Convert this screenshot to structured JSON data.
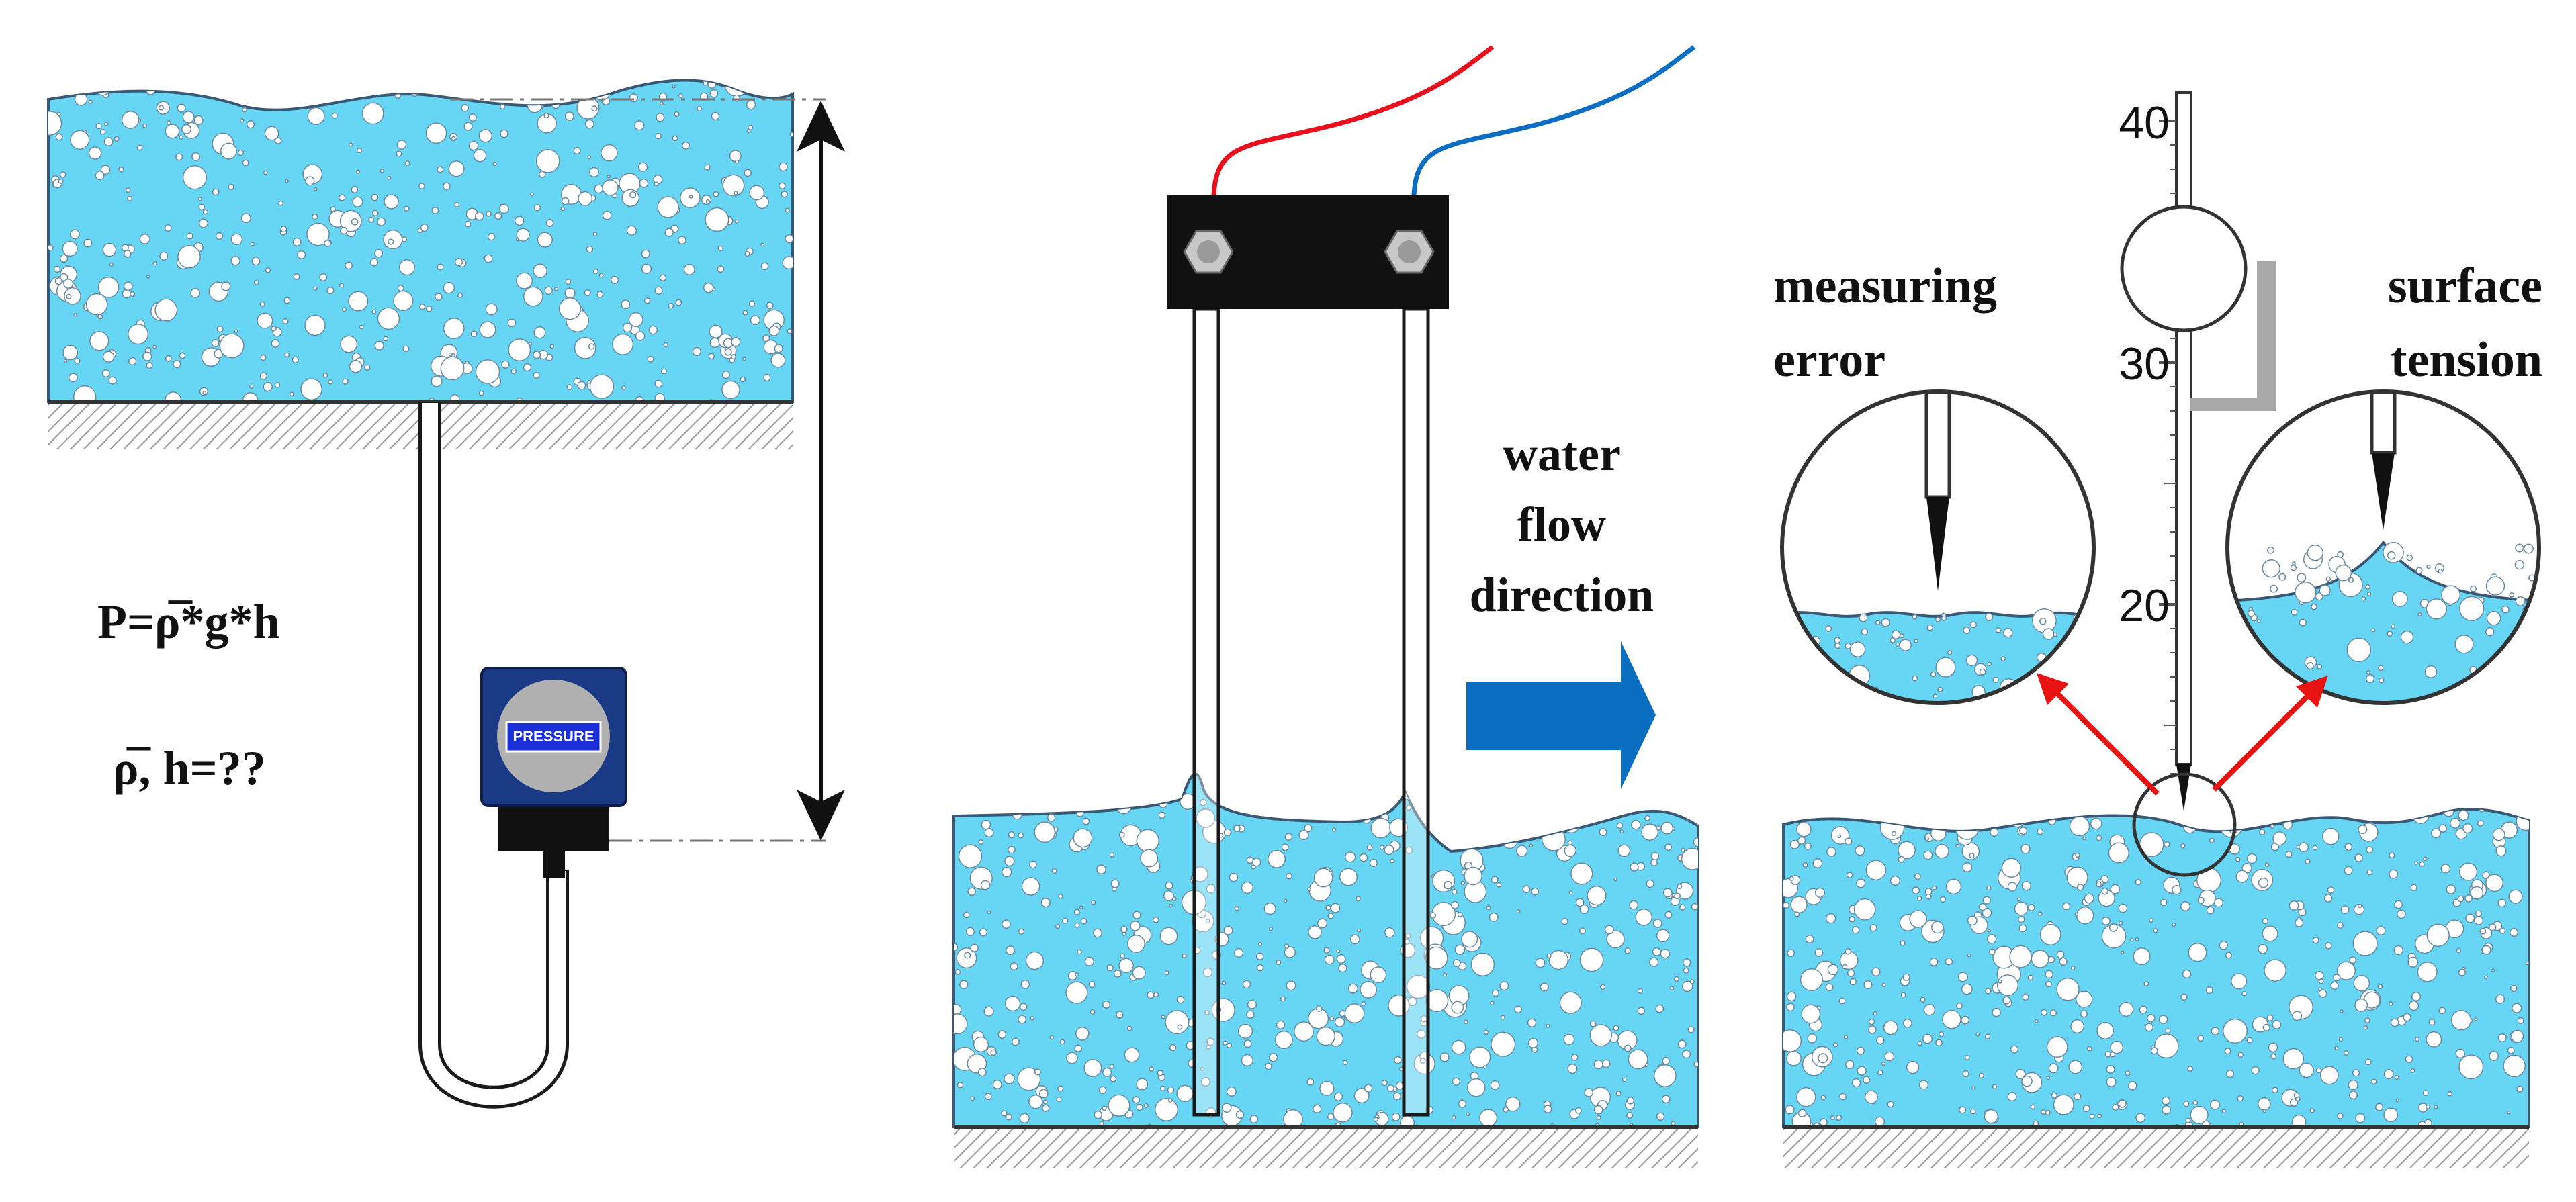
{
  "colors": {
    "water": "#66d6f4",
    "water_edge": "#3a5873",
    "wire_red": "#e8101c",
    "wire_blue": "#0c6ec3",
    "sensor_blue": "#1b3a86",
    "flow_arrow": "#0a6ec0",
    "pointer_arrow": "#e81414"
  },
  "panel_pressure": {
    "formula": "P=ρ̅*g*h",
    "unknowns": "ρ̅, h=??",
    "sensor_label": "PRESSURE"
  },
  "panel_conductivity": {
    "flow_line1": "water",
    "flow_line2": "flow",
    "flow_line3": "direction"
  },
  "panel_gauge": {
    "scale_marks": [
      "40",
      "30",
      "20"
    ],
    "left_callout_line1": "measuring",
    "left_callout_line2": "error",
    "right_callout_line1": "surface",
    "right_callout_line2": "tension"
  }
}
